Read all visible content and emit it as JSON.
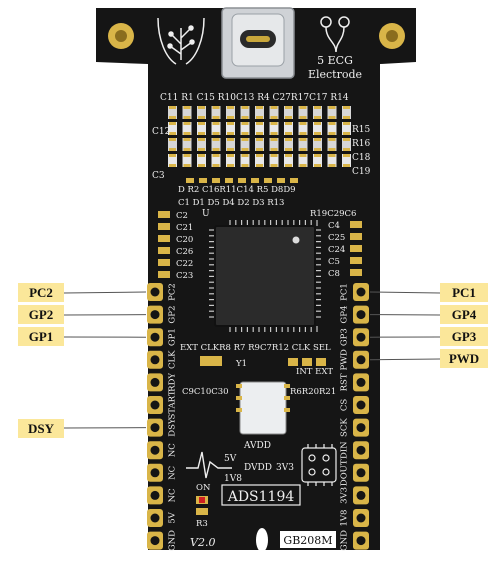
{
  "board": {
    "chip_name": "ADS1194",
    "version": "V2.0",
    "model": "GB208M",
    "ecg_text_line1": "5 ECG",
    "ecg_text_line2": "Electrode",
    "colors": {
      "pcb": "#151515",
      "silk": "#eeeeee",
      "gold": "#d9b548",
      "label_bg": "#fbe79a",
      "leader": "#555555"
    }
  },
  "left_labels": [
    "PC2",
    "GP2",
    "GP1",
    "DSY"
  ],
  "right_labels": [
    "PC1",
    "GP4",
    "GP3",
    "PWD"
  ],
  "left_pin_text": [
    "PC2",
    "GP2",
    "GP1",
    "CLK",
    "RDY",
    "START",
    "DSY",
    "NC",
    "NC",
    "NC",
    "5V",
    "GND"
  ],
  "right_pin_text": [
    "PC1",
    "GP4",
    "GP3",
    "PWD",
    "RST",
    "CS",
    "SCK",
    "DIN",
    "DOUT",
    "3V3",
    "1V8",
    "GND"
  ],
  "silk": {
    "top_row": "C11 R1 C15 R10C13 R4 C27R17C17 R14",
    "left_caps": [
      "C12",
      "C3"
    ],
    "right_caps": [
      "R15",
      "R16",
      "C18",
      "C19"
    ],
    "mid_row1": "D  R2 C16R11C14 R5  D8D9",
    "mid_row2": "C1 D1 D5 D4 D2 D3  R13",
    "r19_row": "R19C29C6",
    "u_label": "U",
    "left_col": [
      "C2",
      "C21",
      "C20",
      "C26",
      "C22",
      "C23"
    ],
    "right_col": [
      "C4",
      "C25",
      "C24",
      "C5",
      "C8"
    ],
    "clk_row": "EXT CLKR8 R7 R9C7R12 CLK SEL",
    "y1": "Y1",
    "int_ext": "INT  EXT",
    "caps_row": "C9C10C30",
    "r_row": "R6R20R21",
    "avdd": "AVDD",
    "dvdd": "DVDD",
    "v5": "5V",
    "v3v3": "3V3",
    "v1v8": "1V8",
    "on": "ON",
    "r3": "R3"
  }
}
